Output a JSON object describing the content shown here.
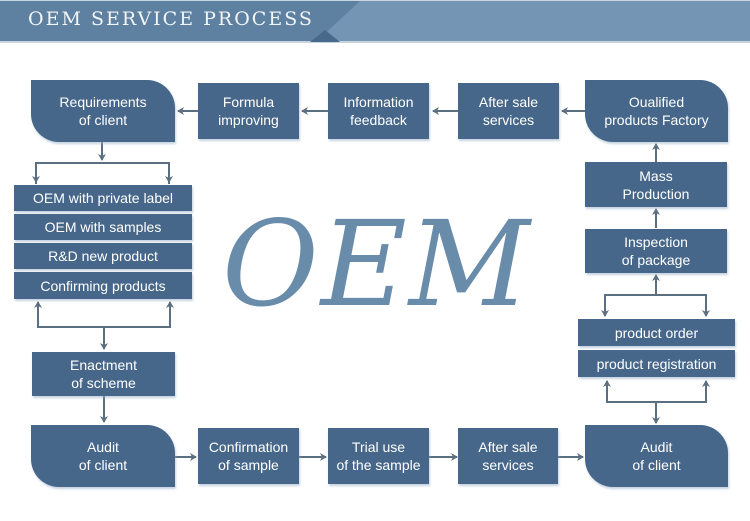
{
  "header": {
    "title": "OEM SERVICE PROCESS"
  },
  "center_label": "OEM",
  "colors": {
    "box": "#46678a",
    "banner": "#7496b4",
    "center_text": "#6a8cab",
    "connector": "#5c6f80"
  },
  "nodes": {
    "requirements": "Requirements\nof client",
    "formula": "Formula\nimproving",
    "information": "Information\nfeedback",
    "after_sale_top": "After sale\nservices",
    "qualified_factory": "Oualified\nproducts Factory",
    "mass_production": "Mass\nProduction",
    "inspection": "Inspection\nof package",
    "enactment": "Enactment\nof scheme",
    "audit_left": "Audit\nof  client",
    "confirmation": "Confirmation\nof sample",
    "trial_use": "Trial use\nof the sample",
    "after_sale_bottom": "After sale\nservices",
    "audit_right": "Audit\nof client"
  },
  "left_options": [
    "OEM with private label",
    "OEM with samples",
    "R&D new product",
    "Confirming products"
  ],
  "right_options": [
    "product order",
    "product registration"
  ]
}
